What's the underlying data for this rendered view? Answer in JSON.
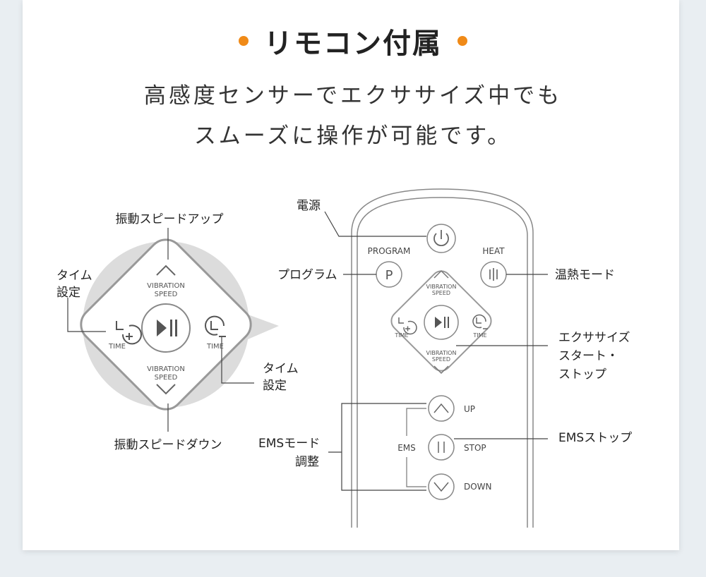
{
  "heading": "リモコン付属",
  "subtitle": {
    "line1": "高感度センサーでエクササイズ中でも",
    "line2": "スムーズに操作が可能です。"
  },
  "zoom": {
    "vib_up_label": "振動スピードアップ",
    "vib_down_label": "振動スピードダウン",
    "time_left_label": [
      "タイム",
      "設定"
    ],
    "time_right_label": [
      "タイム",
      "設定"
    ],
    "vibration_speed_text": [
      "VIBRATION",
      "SPEED"
    ],
    "time_text": "TIME"
  },
  "remote": {
    "power_label": "電源",
    "program_label": "PROGRAM",
    "program_callout": "プログラム",
    "heat_label": "HEAT",
    "heat_callout": "温熱モード",
    "exercise_callout": [
      "エクササイズ",
      "スタート・",
      "ストップ"
    ],
    "ems_adjust_callout": [
      "EMSモード",
      "調整"
    ],
    "ems_label": "EMS",
    "up_label": "UP",
    "stop_label": "STOP",
    "down_label": "DOWN",
    "ems_stop_callout": "EMSストップ",
    "program_button_glyph": "P"
  },
  "colors": {
    "accent": "#f08a17",
    "line": "#555555",
    "zoom_bg": "#dcdcdc"
  }
}
